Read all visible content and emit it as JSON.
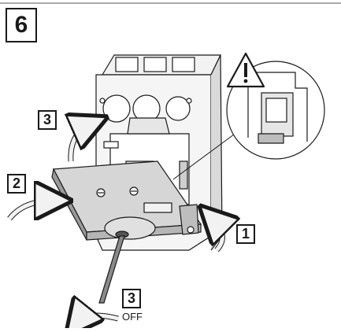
{
  "figure": {
    "step_number": "6",
    "callouts": {
      "rotate_top": "3",
      "slide_in": "2",
      "release": "1",
      "turn_off": "3"
    },
    "off_label": "OFF"
  },
  "icons": {
    "warning": "warning-triangle-icon"
  },
  "colors": {
    "line": "#1a1a1a",
    "face": "#f2f2f2",
    "shade": "#cfcfcf",
    "dark": "#8a8a8a",
    "rule": "#555555"
  }
}
